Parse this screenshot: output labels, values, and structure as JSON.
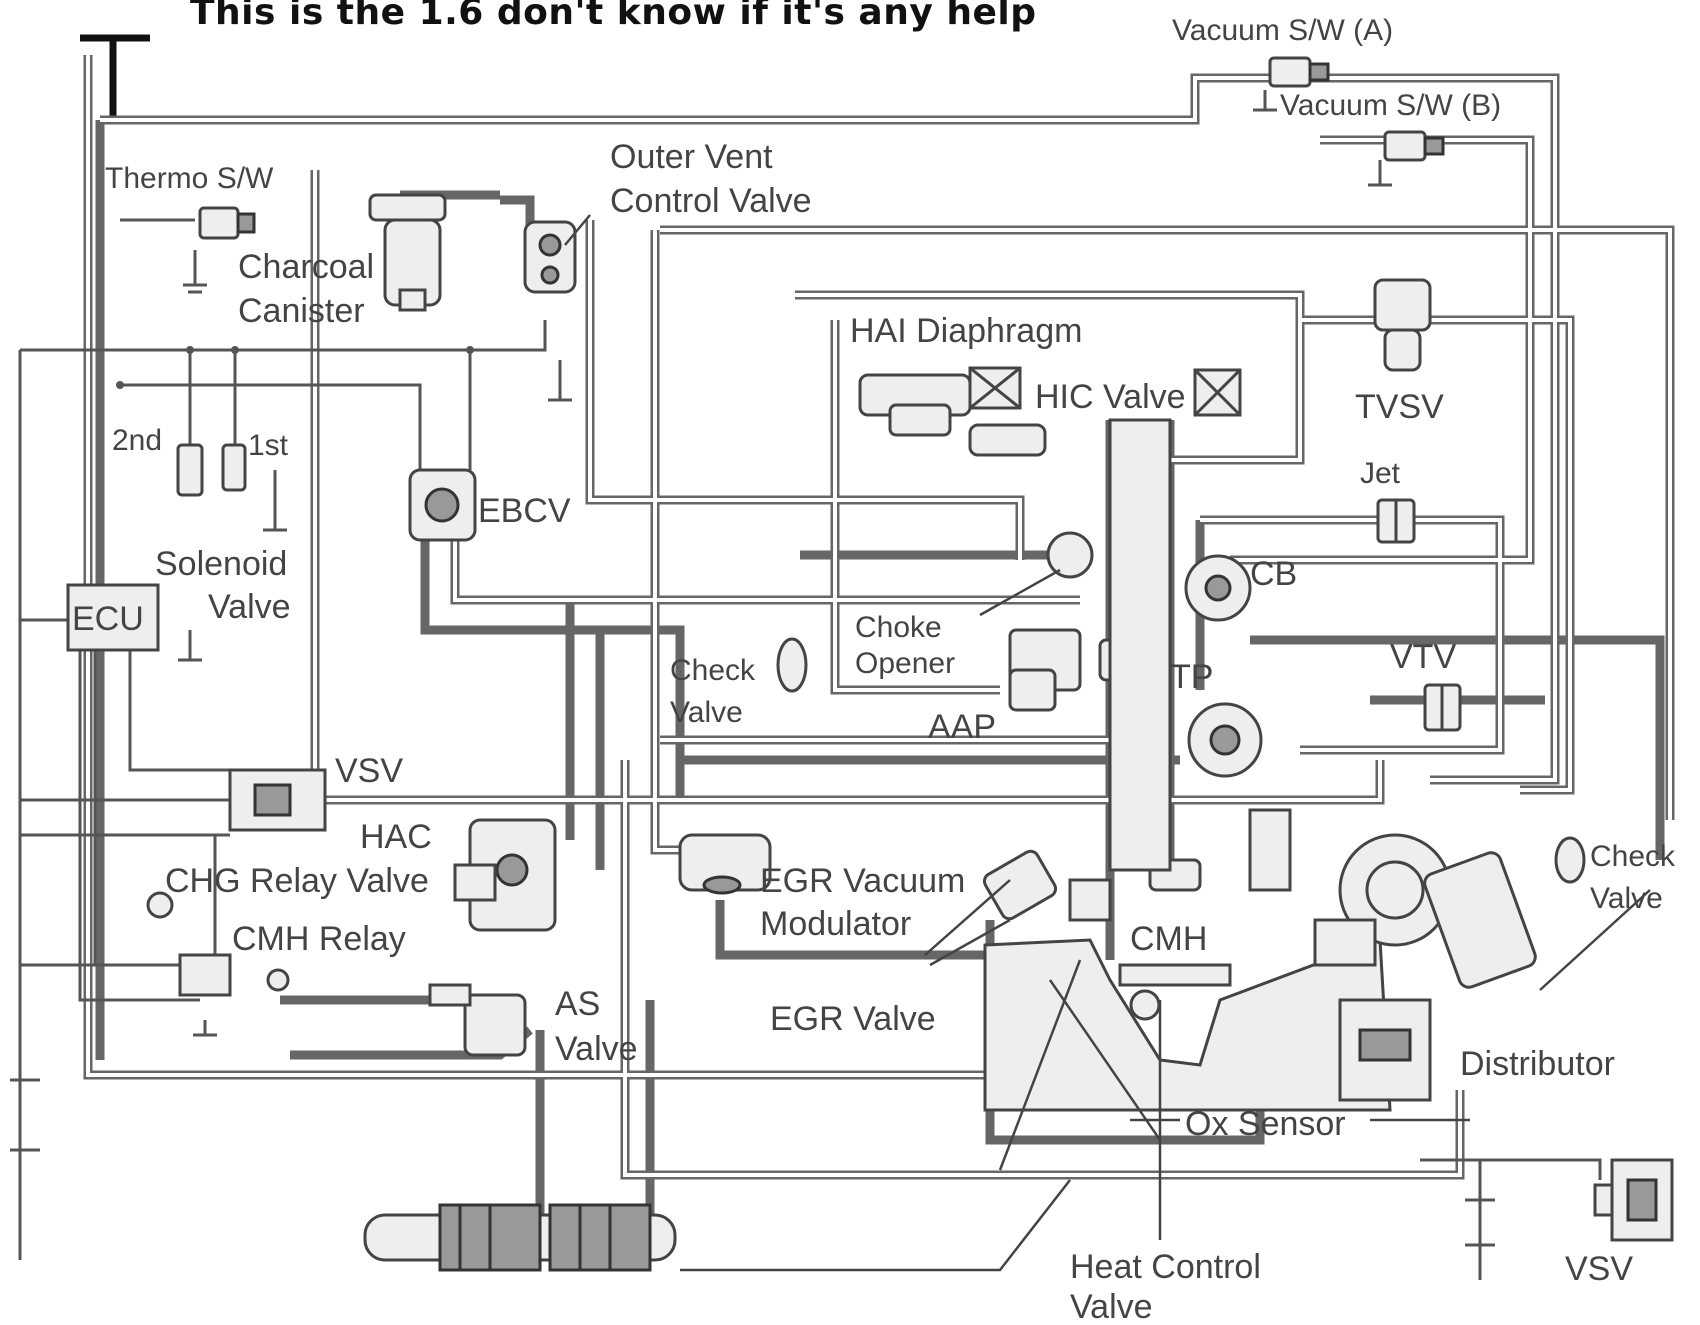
{
  "caption": "This is the 1.6 don't know if it's any help",
  "labels": {
    "vacuum_sw_a": "Vacuum S/W (A)",
    "vacuum_sw_b": "Vacuum S/W (B)",
    "thermo_sw": "Thermo S/W",
    "charcoal": "Charcoal",
    "canister": "Canister",
    "outer_vent": "Outer Vent",
    "control_valve": "Control Valve",
    "hai_diaphragm": "HAI Diaphragm",
    "hic_valve": "HIC Valve",
    "tvsv": "TVSV",
    "second": "2nd",
    "first": "1st",
    "ebcv": "EBCV",
    "jet": "Jet",
    "cb": "CB",
    "solenoid": "Solenoid",
    "valve_solenoid": "Valve",
    "ecu": "ECU",
    "choke": "Choke",
    "opener": "Opener",
    "check_1": "Check",
    "valve_check_1": "Valve",
    "tp": "TP",
    "vtv": "VTV",
    "aap": "AAP",
    "vsv_1": "VSV",
    "hac": "HAC",
    "chg_relay_valve": "CHG Relay Valve",
    "egr_vacuum": "EGR Vacuum",
    "modulator": "Modulator",
    "check_2": "Check",
    "valve_check_2": "Valve",
    "cmh_relay": "CMH Relay",
    "cmh": "CMH",
    "egr_valve": "EGR Valve",
    "as": "AS",
    "valve_as": "Valve",
    "distributor": "Distributor",
    "ox_sensor": "Ox Sensor",
    "heat_control": "Heat Control",
    "valve_heat": "Valve",
    "vsv_2": "VSV"
  }
}
